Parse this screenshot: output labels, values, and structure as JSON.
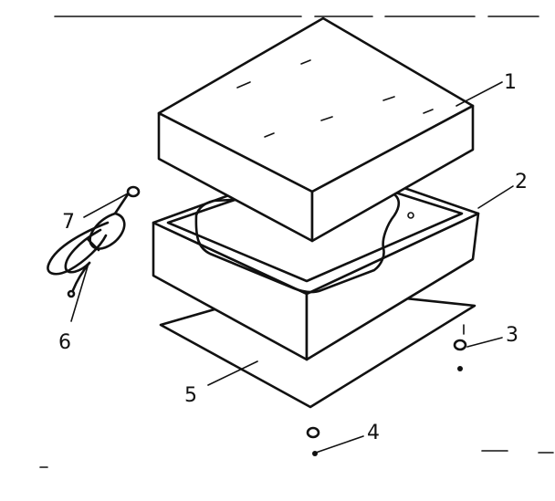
{
  "diagram": {
    "callouts": [
      {
        "id": "1",
        "text": "1"
      },
      {
        "id": "2",
        "text": "2"
      },
      {
        "id": "3",
        "text": "3"
      },
      {
        "id": "4",
        "text": "4"
      },
      {
        "id": "5",
        "text": "5"
      },
      {
        "id": "6",
        "text": "6"
      },
      {
        "id": "7",
        "text": "7"
      }
    ],
    "colors": {
      "ink": "#111111",
      "paper": "#ffffff"
    }
  }
}
